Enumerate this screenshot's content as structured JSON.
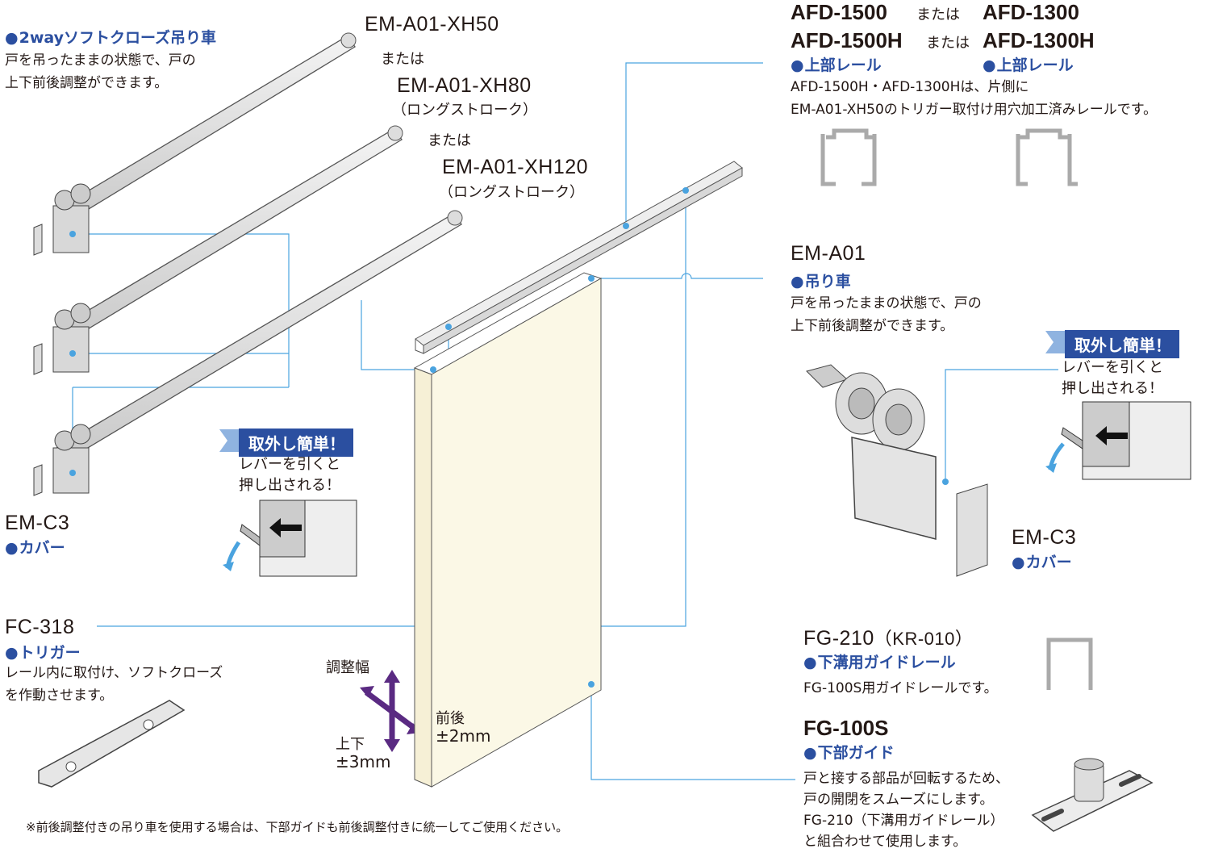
{
  "left": {
    "wheel_label": "2wayソフトクローズ吊り車",
    "wheel_desc": [
      "戸を吊ったままの状態で、戸の",
      "上下前後調整ができます。"
    ],
    "models": [
      "EM-A01-XH50",
      "または",
      "EM-A01-XH80",
      "（ロングストローク）",
      "または",
      "EM-A01-XH120",
      "（ロングストローク）"
    ],
    "badge": "取外し簡単！",
    "badge_desc": [
      "レバーを引くと",
      "押し出される！"
    ],
    "cover_model": "EM-C3",
    "cover_label": "カバー",
    "trigger_model": "FC-318",
    "trigger_label": "トリガー",
    "trigger_desc": [
      "レール内に取付け、ソフトクローズ",
      "を作動させます。"
    ],
    "adjust_title": "調整幅",
    "adjust_fb": [
      "前後",
      "±2mm"
    ],
    "adjust_ud": [
      "上下",
      "±3mm"
    ],
    "footnote": "※前後調整付きの吊り車を使用する場合は、下部ガイドも前後調整付きに統一してご使用ください。"
  },
  "right": {
    "rail_models_1": [
      "AFD-1500",
      "または",
      "AFD-1300"
    ],
    "rail_models_2": [
      "AFD-1500H",
      "または",
      "AFD-1300H"
    ],
    "rail_label": "上部レール",
    "rail_desc": [
      "AFD-1500H・AFD-1300Hは、片側に",
      "EM-A01-XH50のトリガー取付け用穴加工済みレールです。"
    ],
    "wheel_model": "EM-A01",
    "wheel_label": "吊り車",
    "wheel_desc": [
      "戸を吊ったままの状態で、戸の",
      "上下前後調整ができます。"
    ],
    "badge": "取外し簡単！",
    "badge_desc": [
      "レバーを引くと",
      "押し出される！"
    ],
    "cover_model": "EM-C3",
    "cover_label": "カバー",
    "guide_rail_model": "FG-210",
    "guide_rail_alt": "（KR-010）",
    "guide_rail_label": "下溝用ガイドレール",
    "guide_rail_desc": "FG-100S用ガイドレールです。",
    "guide_model": "FG-100S",
    "guide_label": "下部ガイド",
    "guide_desc": [
      "戸と接する部品が回転するため、",
      "戸の開閉をスムーズにします。",
      "FG-210（下溝用ガイドレール）",
      "と組合わせて使用します。"
    ]
  },
  "colors": {
    "accent": "#2b4fa0",
    "leader": "#4aa3df",
    "door": "#fbf8e6",
    "arrow": "#5a2a82"
  }
}
